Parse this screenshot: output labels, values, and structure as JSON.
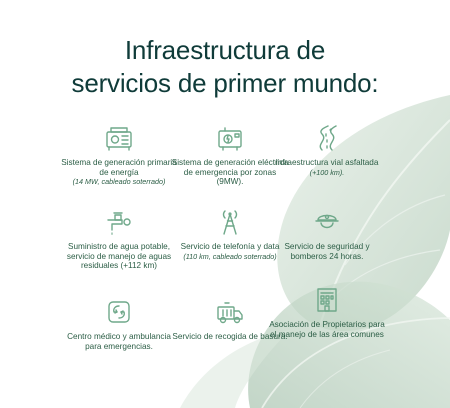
{
  "title": {
    "line1": "Infraestructura de",
    "line2": "servicios de primer mundo:"
  },
  "colors": {
    "title": "#0f3b39",
    "text": "#2c5e46",
    "icon": "#6fa88a",
    "leaf": "#c9dccd"
  },
  "features": [
    {
      "icon": "generator-icon",
      "text": "Sistema de generación primaria de energía",
      "note": "(14 MW, cableado soterrado)"
    },
    {
      "icon": "power-plant-icon",
      "text": "Sistema de generación eléctrica de emergencia por zonas (9MW).",
      "note": ""
    },
    {
      "icon": "road-icon",
      "text": "Infraestructura vial asfaltada",
      "note": "(+100 km)."
    },
    {
      "icon": "water-tap-icon",
      "text": "Suministro de agua potable, servicio de manejo de aguas residuales (+112 km)",
      "note": ""
    },
    {
      "icon": "antenna-tower-icon",
      "text": "Servicio de telefonía y data",
      "note": "(110 km, cableado soterrado)"
    },
    {
      "icon": "security-guard-icon",
      "text": "Servicio de seguridad y bomberos 24 horas.",
      "note": ""
    },
    {
      "icon": "medical-center-icon",
      "text": "Centro médico y ambulancia para emergencias.",
      "note": ""
    },
    {
      "icon": "garbage-truck-icon",
      "text": "Servicio de recogida de basura.",
      "note": ""
    },
    {
      "icon": "owners-association-icon",
      "text": "Asociación de Propietarios para el manejo de las área comunes",
      "note": ""
    }
  ]
}
